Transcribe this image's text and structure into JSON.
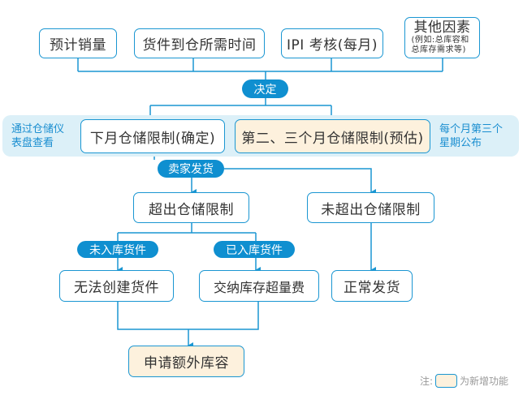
{
  "colors": {
    "line": "#1a96d2",
    "pill": "#0f8fd0",
    "band": "#dcf0f8",
    "new_feature_fill": "#fdf1dd",
    "side_note_text": "#1a8ed0"
  },
  "factors": [
    {
      "label": "预计销量"
    },
    {
      "label": "货件到仓所需时间"
    },
    {
      "label": "IPI 考核(每月)"
    },
    {
      "label": "其他因素",
      "sub": "(例如:总库容和总库存需求等)"
    }
  ],
  "decide_label": "决定",
  "limits_band": {
    "left_note": "通过仓储仪表盘查看",
    "right_note": "每个月第三个星期公布",
    "current": "下月仓储限制(确定)",
    "forecast": "第二、三个月仓储限制(预估)"
  },
  "ship_label": "卖家发货",
  "exceed": "超出仓储限制",
  "not_exceed": "未超出仓储限制",
  "not_received_label": "未入库货件",
  "received_label": "已入库货件",
  "cannot_create": "无法创建货件",
  "pay_fee": "交纳库存超量费",
  "normal_ship": "正常发货",
  "request_capacity": "申请额外库容",
  "legend": {
    "prefix": "注:",
    "text": "为新增功能"
  }
}
